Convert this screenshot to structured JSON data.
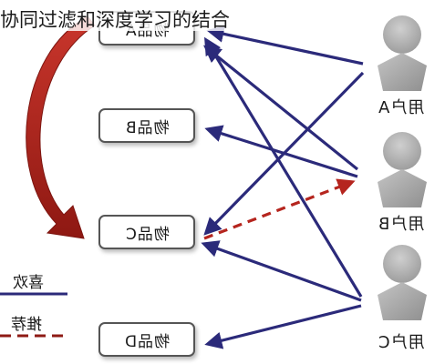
{
  "title": "协同过滤和深度学习的结合",
  "items": [
    {
      "id": "A",
      "label": "物品A"
    },
    {
      "id": "B",
      "label": "物品B"
    },
    {
      "id": "C",
      "label": "物品C"
    },
    {
      "id": "D",
      "label": "物品D"
    }
  ],
  "users": [
    {
      "id": "A",
      "label": "用户A"
    },
    {
      "id": "B",
      "label": "用户B"
    },
    {
      "id": "C",
      "label": "用户C"
    }
  ],
  "legend": {
    "like_label": "喜欢",
    "recommend_label": "推荐"
  },
  "colors": {
    "like": "#2b2a7a",
    "recommend": "#b5251e",
    "curve_arrow": "#a8201a",
    "user_fill": "#a6a6a6"
  }
}
